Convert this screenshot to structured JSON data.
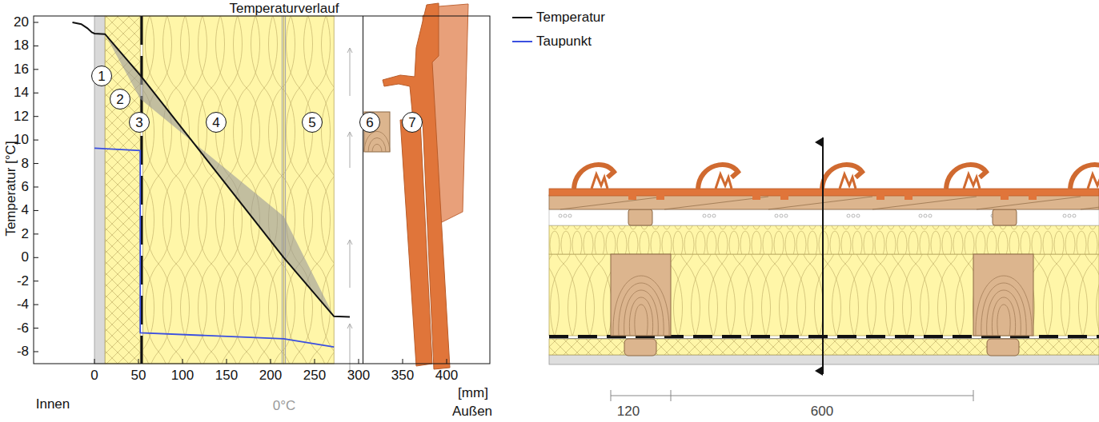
{
  "diagram": {
    "title": "Temperaturverlauf",
    "nodes": [
      {
        "text": [
          "1"
        ]
      },
      {
        "text": [
          "2"
        ]
      },
      {
        "text": [
          "3"
        ]
      },
      {
        "text": [
          "4"
        ]
      },
      {
        "text": [
          "5"
        ]
      },
      {
        "text": [
          "6"
        ]
      },
      {
        "text": [
          "7"
        ]
      }
    ],
    "labels": [
      "20",
      "18",
      "16",
      "14",
      "12",
      "10",
      "8",
      "6",
      "4",
      "2",
      "0",
      "-2",
      "-4",
      "-6",
      "-8",
      "0",
      "50",
      "100",
      "150",
      "200",
      "250",
      "300",
      "350",
      "400",
      "Temperatur [°C]",
      "[mm]",
      "Innen",
      "Außen",
      "0°C",
      "120",
      "600"
    ],
    "legend": [
      {
        "text": "Temperatur"
      },
      {
        "text": "Taupunkt"
      }
    ]
  }
}
